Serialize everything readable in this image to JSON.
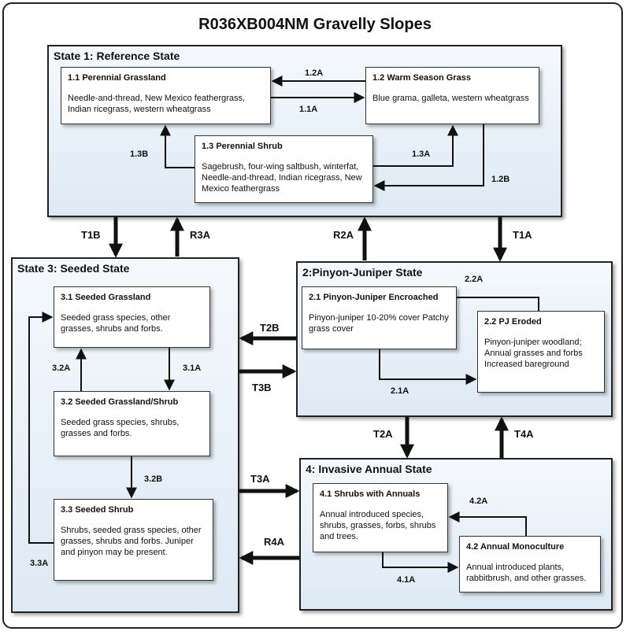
{
  "title": "R036XB004NM Gravelly Slopes",
  "states": {
    "s1": {
      "title": "State 1: Reference State"
    },
    "s3": {
      "title": "State 3: Seeded State"
    },
    "s2": {
      "title": "2:Pinyon-Juniper State"
    },
    "s4": {
      "title": "4: Invasive Annual State"
    }
  },
  "communities": {
    "c11": {
      "title": "1.1 Perennial Grassland",
      "desc": "Needle-and-thread, New Mexico feathergrass, Indian ricegrass, western wheatgrass"
    },
    "c12": {
      "title": "1.2 Warm Season Grass",
      "desc": "Blue grama, galleta, western wheatgrass"
    },
    "c13": {
      "title": "1.3 Perennial Shrub",
      "desc": "Sagebrush, four-wing saltbush, winterfat, Needle-and-thread, Indian ricegrass, New Mexico feathergrass"
    },
    "c31": {
      "title": "3.1 Seeded Grassland",
      "desc": "Seeded grass species, other grasses, shrubs and forbs."
    },
    "c32": {
      "title": "3.2 Seeded Grassland/Shrub",
      "desc": "Seeded grass species,  shrubs, grasses and forbs."
    },
    "c33": {
      "title": "3.3 Seeded Shrub",
      "desc": "Shrubs, seeded grass species, other grasses, shrubs and forbs. Juniper and pinyon may be present."
    },
    "c21": {
      "title": "2.1 Pinyon-Juniper Encroached",
      "desc": "Pinyon-juniper 10-20% cover Patchy grass cover"
    },
    "c22": {
      "title": "2.2 PJ Eroded",
      "desc": "Pinyon-juniper woodland; Annual grasses and forbs Increased bareground"
    },
    "c41": {
      "title": "4.1 Shrubs with Annuals",
      "desc": "Annual introduced species, shrubs, grasses, forbs, shrubs and trees."
    },
    "c42": {
      "title": "4.2 Annual Monoculture",
      "desc": "Annual introduced plants, rabbitbrush, and other grasses."
    }
  },
  "pathways": {
    "p12A": "1.2A",
    "p11A": "1.1A",
    "p13B": "1.3B",
    "p13A": "1.3A",
    "p12B": "1.2B",
    "p32A": "3.2A",
    "p31A": "3.1A",
    "p32B": "3.2B",
    "p33A": "3.3A",
    "p22A": "2.2A",
    "p21A": "2.1A",
    "p42A": "4.2A",
    "p41A": "4.1A"
  },
  "transitions": {
    "T1B": "T1B",
    "R3A": "R3A",
    "R2A": "R2A",
    "T1A": "T1A",
    "T2B": "T2B",
    "T3B": "T3B",
    "T2A": "T2A",
    "T4A": "T4A",
    "T3A": "T3A",
    "R4A": "R4A"
  }
}
